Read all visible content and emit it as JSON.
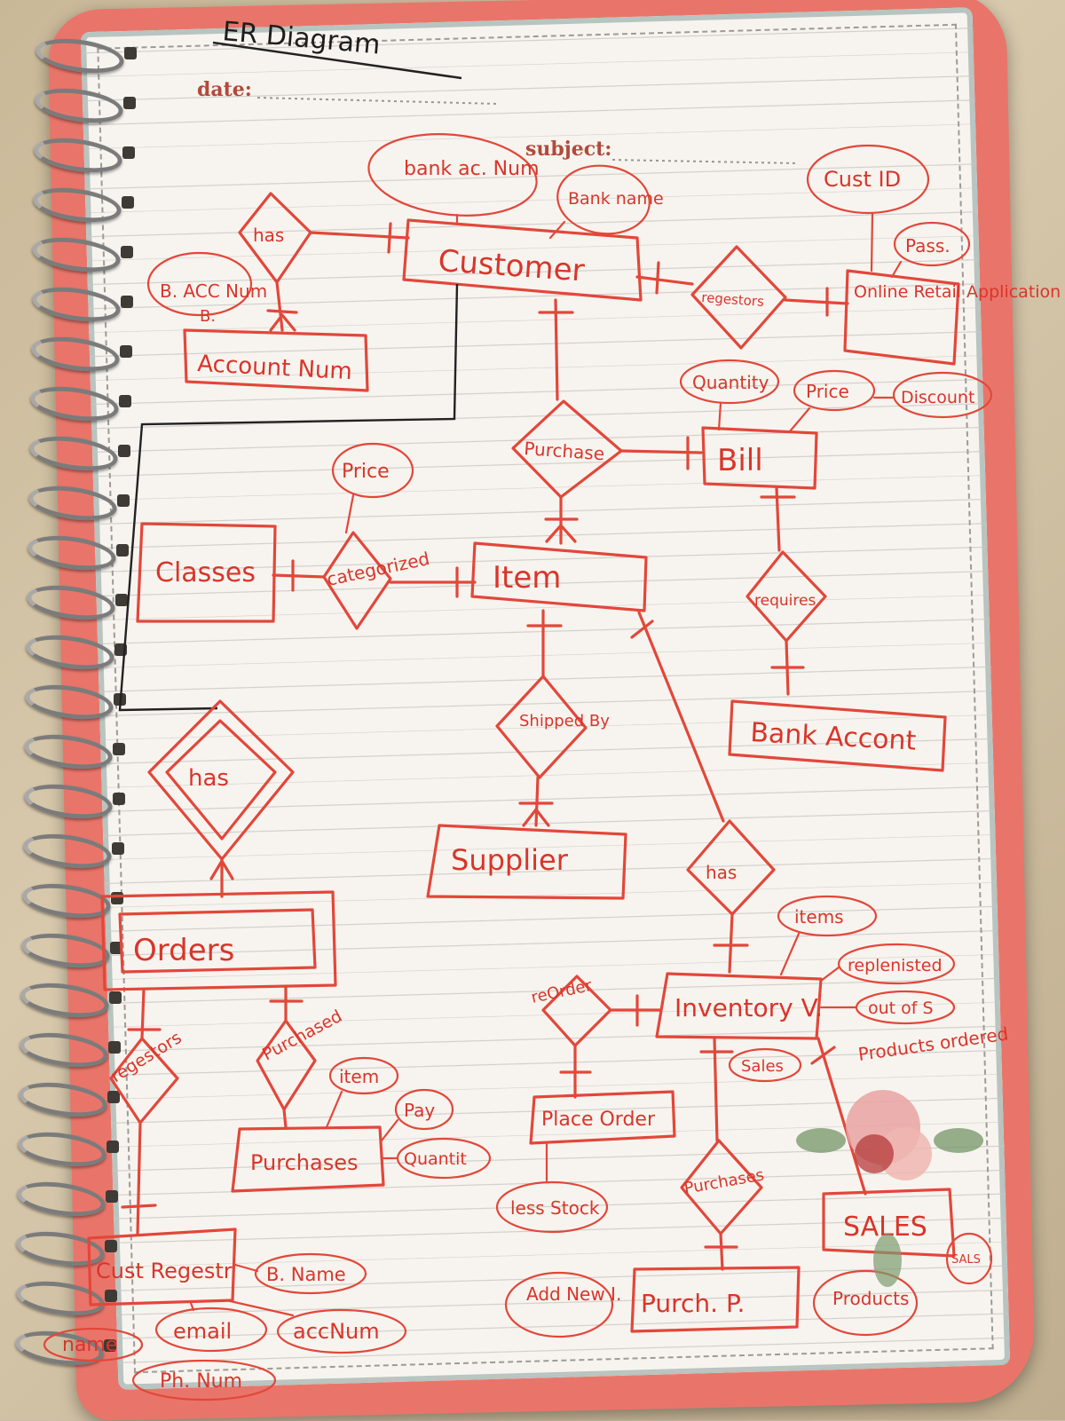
{
  "page": {
    "title": "ER Diagram",
    "date_label": "date:",
    "subject_label": "subject:"
  },
  "entities": {
    "customer": "Customer",
    "account_num": "Account Num",
    "online_retail": "Online Retail Application",
    "bill": "Bill",
    "item": "Item",
    "classes": "Classes",
    "bank_account": "Bank Accont",
    "supplier": "Supplier",
    "orders": "Orders",
    "inventory": "Inventory V.",
    "place_order": "Place Order",
    "purchases_c": "Purchases",
    "cust_registr": "Cust Regestr",
    "purch_p": "Purch. P.",
    "sales": "SALES"
  },
  "relationships": {
    "has_top": "has",
    "registers": "regestors",
    "purchase": "Purchase",
    "categorized": "categorized",
    "requires": "requires",
    "shipped_by": "Shipped By",
    "has_weak": "has",
    "has_inventory": "has",
    "reorder": "reOrder",
    "registers_bottom": "regestors",
    "purchased": "Purchased",
    "purchases_bottom": "Purchases"
  },
  "attributes": {
    "bank_ac_num": "bank ac. Num",
    "bank_name": "Bank name",
    "cust_id": "Cust ID",
    "pass": "Pass.",
    "b_acc_num": "B. ACC Num",
    "b_prefix": "B.",
    "quantity": "Quantity",
    "price_bill": "Price",
    "discount": "Discount",
    "price_item": "Price",
    "items": "items",
    "replenished": "replenisted",
    "out_of_s": "out of S",
    "sales_attr": "Sales",
    "products_ordered": "Products ordered",
    "item_attr": "item",
    "pay": "Pay",
    "quantity_b": "Quantit",
    "less_stock": "less Stock",
    "add_new": "Add New I.",
    "b_name": "B. Name",
    "email": "email",
    "acc_num": "accNum",
    "name": "name",
    "ph_num": "Ph. Num",
    "sals": "SALS",
    "products": "Products"
  },
  "colors": {
    "ink": "#e2473a",
    "cover": "#e9756a",
    "paper": "#f7f4ef"
  }
}
